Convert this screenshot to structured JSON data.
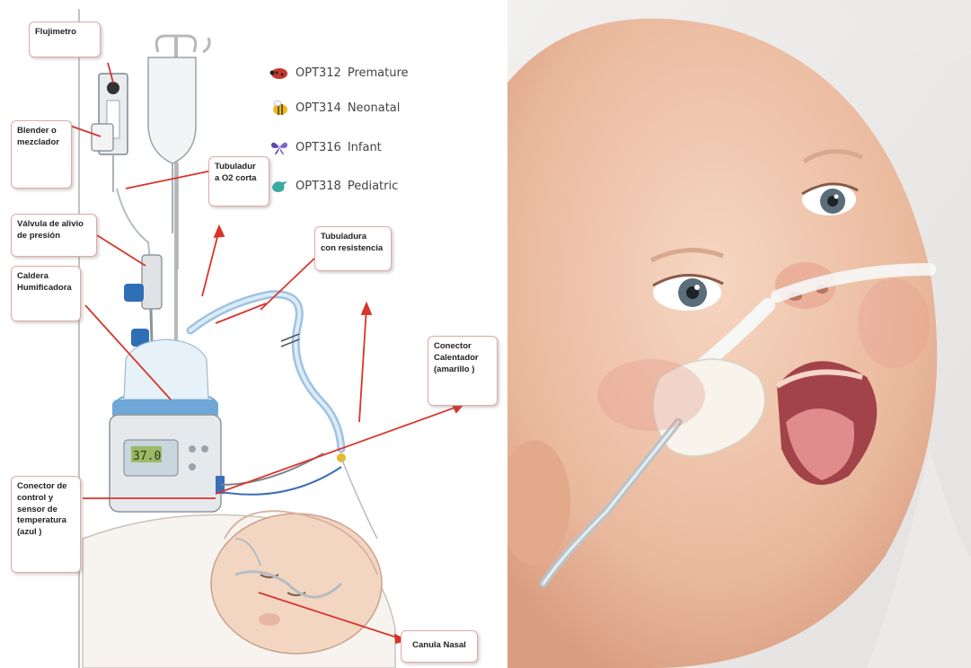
{
  "diagram": {
    "labels": {
      "flujimetro": "Flujimetro",
      "blender": "Blender o\nmezclador",
      "tubuladura_o2": "Tubuladur\na O2  corta",
      "valvula": "Válvula de alivio\nde presión",
      "tubuladura_resistencia": "Tubuladura\ncon resistencia",
      "caldera": "Caldera\nHumificadora",
      "conector_calentador": "Conector\nCalentador\n(amarillo )",
      "conector_control": "Conector de\ncontrol y\nsensor de\ntemperatura\n(azul )",
      "canula_nasal": "Canula Nasal"
    },
    "legend": [
      {
        "code": "OPT312",
        "name": "Premature",
        "icon": "ladybug-icon",
        "color": "#c0392b"
      },
      {
        "code": "OPT314",
        "name": "Neonatal",
        "icon": "bee-icon",
        "color": "#e8b923"
      },
      {
        "code": "OPT316",
        "name": "Infant",
        "icon": "butterfly-icon",
        "color": "#5b4aa8"
      },
      {
        "code": "OPT318",
        "name": "Pediatric",
        "icon": "bird-icon",
        "color": "#3aa99f"
      }
    ],
    "device_display": "37.0",
    "arrow_color": "#d9342b"
  },
  "photo": {
    "subject": "infant-with-nasal-cannula-photo"
  }
}
